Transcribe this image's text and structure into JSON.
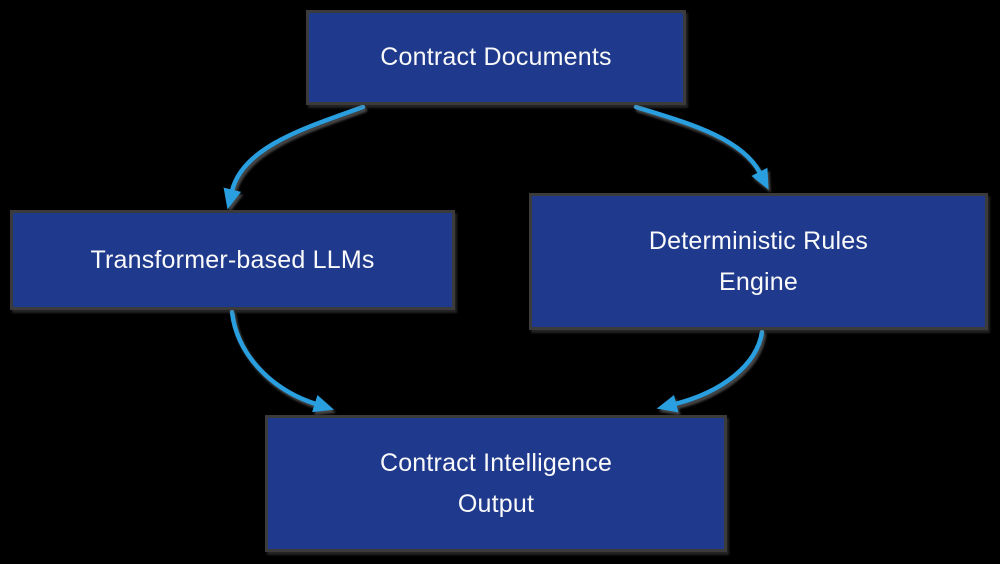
{
  "diagram": {
    "nodes": [
      {
        "id": "contract-documents",
        "lines": [
          "Contract Documents"
        ]
      },
      {
        "id": "transformer-llms",
        "lines": [
          "Transformer-based LLMs"
        ]
      },
      {
        "id": "rules-engine",
        "lines": [
          "Deterministic Rules",
          "Engine"
        ]
      },
      {
        "id": "intelligence-output",
        "lines": [
          "Contract Intelligence",
          "Output"
        ]
      }
    ],
    "edges": [
      {
        "id": "documents-to-llms",
        "from": "contract-documents",
        "to": "transformer-llms"
      },
      {
        "id": "documents-to-rules",
        "from": "contract-documents",
        "to": "rules-engine"
      },
      {
        "id": "llms-to-output",
        "from": "transformer-llms",
        "to": "intelligence-output"
      },
      {
        "id": "rules-to-output",
        "from": "rules-engine",
        "to": "intelligence-output"
      }
    ]
  },
  "colors": {
    "background": "#000000",
    "box_fill": "#1f3a8c",
    "box_border": "#3b3b3b",
    "text": "#fafafa",
    "arrow": "#2a9fdf"
  }
}
